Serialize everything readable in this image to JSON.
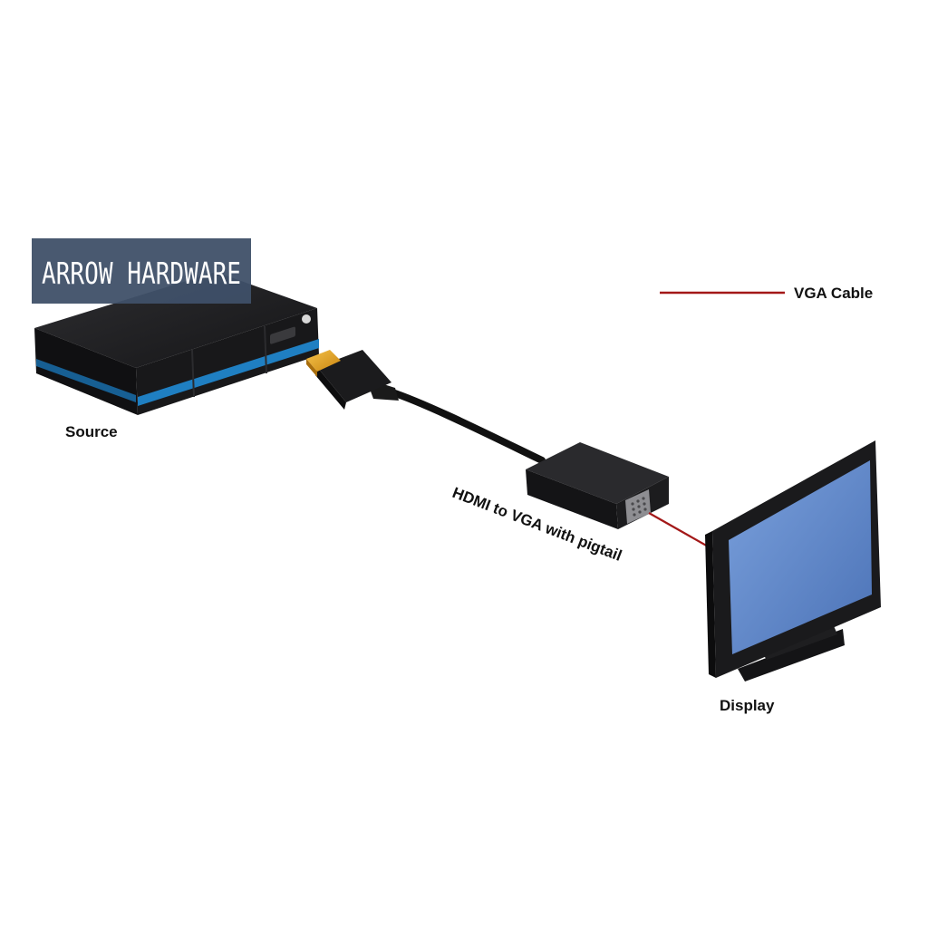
{
  "watermark": {
    "text": "ARROW HARDWARE"
  },
  "legend": {
    "label": "VGA Cable",
    "color": "#a31818"
  },
  "labels": {
    "source": "Source",
    "adapter": "HDMI to VGA with pigtail",
    "display": "Display"
  },
  "colors": {
    "device_body": "#1d1d1f",
    "accent_blue": "#1f7fc2",
    "hdmi_gold": "#e8a317",
    "screen_blue": "#5d87c9",
    "watermark_bg": "#3f5068"
  }
}
